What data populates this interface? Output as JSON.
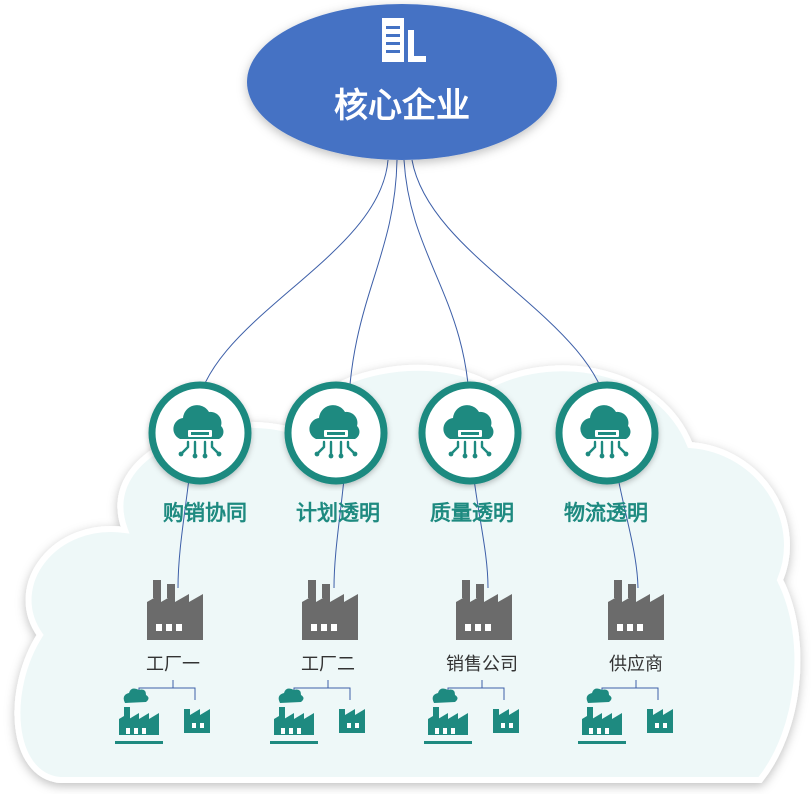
{
  "core": {
    "label": "核心企业",
    "icon": "building-icon"
  },
  "services": [
    {
      "label": "购销协同",
      "icon": "cloud-chip-icon"
    },
    {
      "label": "计划透明",
      "icon": "cloud-chip-icon"
    },
    {
      "label": "质量透明",
      "icon": "cloud-chip-icon"
    },
    {
      "label": "物流透明",
      "icon": "cloud-chip-icon"
    }
  ],
  "entities": [
    {
      "label": "工厂一",
      "icon": "factory-icon"
    },
    {
      "label": "工厂二",
      "icon": "factory-icon"
    },
    {
      "label": "销售公司",
      "icon": "factory-icon"
    },
    {
      "label": "供应商",
      "icon": "factory-icon"
    }
  ],
  "colors": {
    "core_fill": "#4472C4",
    "teal": "#1E8A80",
    "factory_gray": "#6B6B6B",
    "cloud_fill": "#EEF8F8",
    "line": "#3D5FA8"
  }
}
